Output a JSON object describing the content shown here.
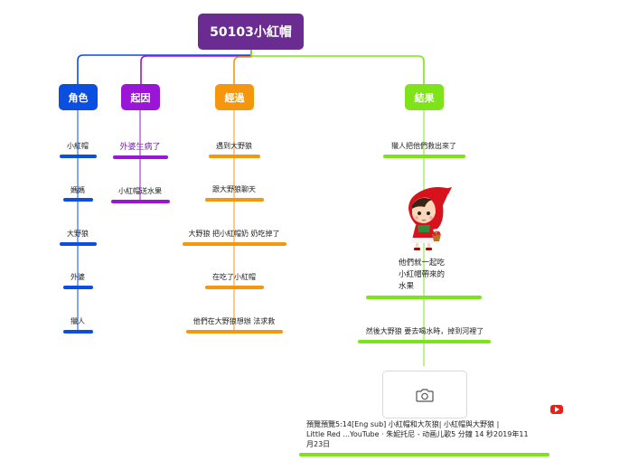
{
  "root": {
    "label": "50103小紅帽",
    "color": "#6a2c91"
  },
  "branches": {
    "roles": {
      "label": "角色",
      "color": "#0a4fe0",
      "items": [
        "小紅帽",
        "媽媽",
        "大野狼",
        "外婆",
        "獵人"
      ]
    },
    "cause": {
      "label": "起因",
      "color": "#9a16d6",
      "items": [
        "外婆生病了",
        "小紅帽送水果"
      ],
      "text_color": "#7a1fb0"
    },
    "process": {
      "label": "經過",
      "color": "#f5960f",
      "items": [
        "遇到大野狼",
        "跟大野狼聊天",
        "大野狼 把小紅帽奶 奶吃掉了",
        "在吃了小紅帽",
        "他們在大野狼想辦 法求救"
      ]
    },
    "result": {
      "label": "結果",
      "color": "#7fe31c",
      "items": [
        "獵人把他們救出來了",
        "他們就一起吃\n小紅帽帶來的\n水果",
        "然後大野狼 要去喝水時，掉到河裡了"
      ],
      "video_caption": "預覽預覽5:14[Eng sub]        小紅帽和大灰狼| 小紅帽與大野狼      |\nLittle Red ...YouTube · 朱妮托尼 - 动画儿歌5 分鐘 14 秒2019年11\n月23日",
      "image_icon": "camera-icon",
      "video_icon": "youtube-icon"
    }
  }
}
